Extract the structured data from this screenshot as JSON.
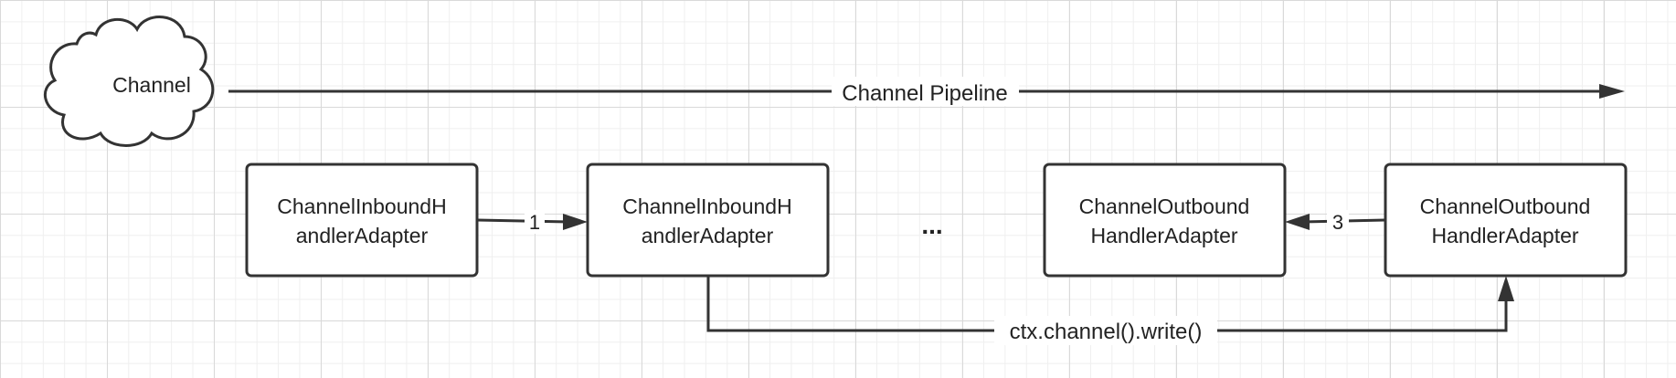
{
  "channel": {
    "label": "Channel"
  },
  "pipeline": {
    "label": "Channel Pipeline"
  },
  "handlers": [
    {
      "id": "inbound-1",
      "lines": [
        "ChannelInboundH",
        "andlerAdapter"
      ]
    },
    {
      "id": "inbound-2",
      "lines": [
        "ChannelInboundH",
        "andlerAdapter"
      ]
    },
    {
      "id": "outbound-1",
      "lines": [
        "ChannelOutbound",
        "HandlerAdapter"
      ]
    },
    {
      "id": "outbound-2",
      "lines": [
        "ChannelOutbound",
        "HandlerAdapter"
      ]
    }
  ],
  "ellipsis": "...",
  "edges": {
    "step1": "1",
    "step3": "3",
    "write": "ctx.channel().write()"
  },
  "colors": {
    "stroke": "#333333",
    "background": "#ffffff",
    "grid": "#d9d9d9"
  }
}
